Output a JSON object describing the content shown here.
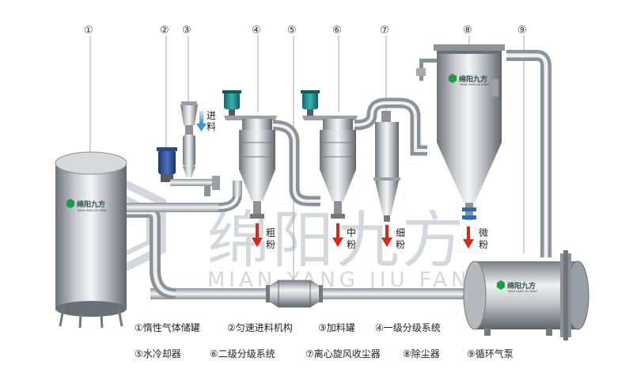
{
  "watermark": {
    "chinese": "绵阳九方",
    "english": "MIAN YANG JIU FANG"
  },
  "logo": {
    "chinese": "绵阳九方",
    "english": "MIAN YANG JIU FANG"
  },
  "callouts": [
    "①",
    "②",
    "③",
    "④",
    "⑤",
    "⑥",
    "⑦",
    "⑧",
    "⑨"
  ],
  "flow_labels": {
    "feed": [
      "进",
      "料"
    ],
    "coarse": [
      "粗",
      "粉"
    ],
    "medium": [
      "中",
      "粉"
    ],
    "fine": [
      "细",
      "粉"
    ],
    "micro": [
      "微",
      "粉"
    ]
  },
  "legend": [
    [
      "①惰性气体储罐",
      "②匀速进料机构",
      "③加料罐",
      "④一级分级系统"
    ],
    [
      "⑤水冷却器",
      "⑥二级分级系统",
      "⑦离心旋风收尘器",
      "⑧除尘器",
      "⑨循环气泵"
    ]
  ],
  "colors": {
    "steel_dark": "#6f747a",
    "steel_light": "#f4f5f6",
    "motor_teal": "#1f8a8c",
    "motor_blue": "#2d4f8f",
    "arrow_red": "#d7291c",
    "arrow_feed": "#5aa9d8",
    "watermark": "#d4d8dc"
  }
}
